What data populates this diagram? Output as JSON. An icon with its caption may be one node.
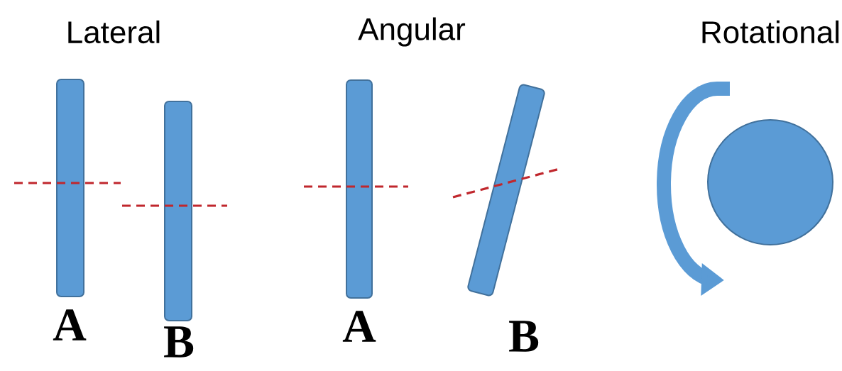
{
  "diagram": {
    "labels": [
      "Lateral",
      "Angular",
      "Rotational",
      "A",
      "B",
      "A",
      "B"
    ]
  }
}
